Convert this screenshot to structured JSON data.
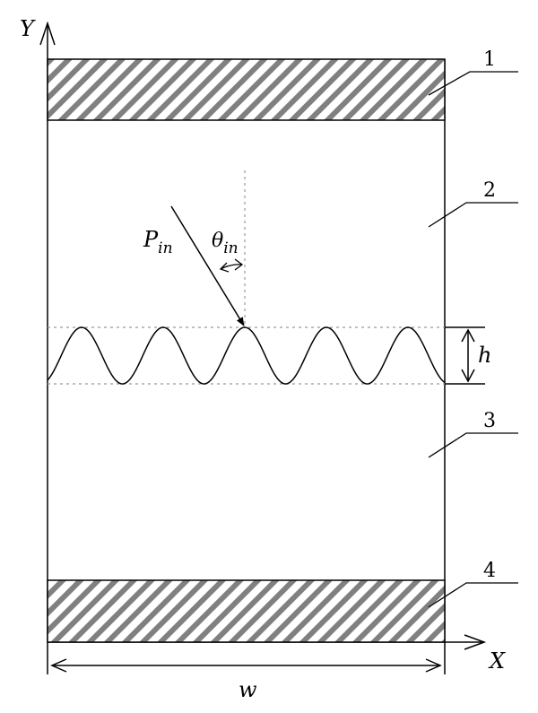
{
  "axes": {
    "y_label": "Y",
    "x_label": "X"
  },
  "callouts": [
    "1",
    "2",
    "3",
    "4"
  ],
  "incident": {
    "power_symbol": "P",
    "power_subscript": "in",
    "angle_symbol": "θ",
    "angle_subscript": "in"
  },
  "dimensions": {
    "height_label": "h",
    "width_label": "w"
  },
  "colors": {
    "line": "#000000",
    "guide": "#999999",
    "hatch_dark": "#808080",
    "hatch_light": "#ffffff"
  }
}
